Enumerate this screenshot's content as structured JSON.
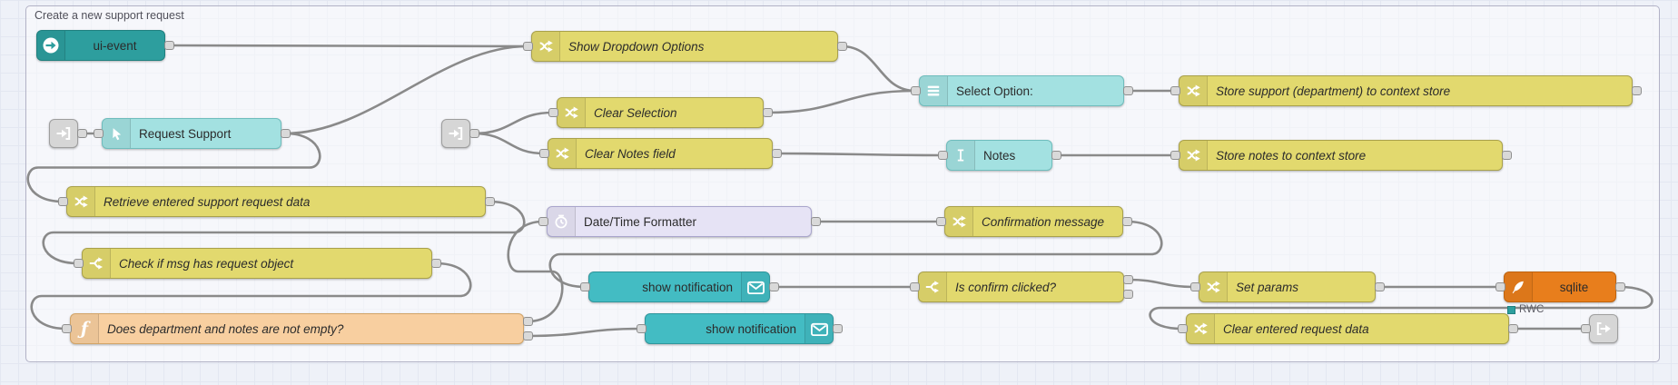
{
  "group": {
    "label": "Create a new support request"
  },
  "colors": {
    "wire": "#8a8a8a",
    "change_yellow": "#E2D96E",
    "function_peach": "#F8CFA0",
    "widget_cyan": "#A3E1E1",
    "event_teal": "#2D9E9E",
    "notify_teal": "#43BCC3",
    "moment_lavender": "#E6E3F5",
    "sqlite_orange": "#E87E1C",
    "link_gray": "#D6D6D6",
    "status_teal": "#2D9E9E"
  },
  "nodes": [
    {
      "id": "linkin1",
      "label": "",
      "type": "link",
      "icon": "link-in",
      "inputs": 0,
      "outputs": 1,
      "italic": false
    },
    {
      "id": "uievent",
      "label": "ui-event",
      "type": "event",
      "icon": "circle-arrow",
      "inputs": 0,
      "outputs": 1,
      "italic": false,
      "align": "center"
    },
    {
      "id": "showdropdown",
      "label": "Show Dropdown Options",
      "type": "change",
      "icon": "shuffle",
      "inputs": 1,
      "outputs": 1,
      "italic": true
    },
    {
      "id": "request",
      "label": "Request Support",
      "type": "widget",
      "icon": "pointer",
      "inputs": 1,
      "outputs": 1,
      "italic": false
    },
    {
      "id": "linkin2",
      "label": "",
      "type": "link",
      "icon": "link-in",
      "inputs": 0,
      "outputs": 1,
      "italic": false
    },
    {
      "id": "clearsel",
      "label": "Clear Selection",
      "type": "change",
      "icon": "shuffle",
      "inputs": 1,
      "outputs": 1,
      "italic": true
    },
    {
      "id": "clearnotes",
      "label": "Clear Notes field",
      "type": "change",
      "icon": "shuffle",
      "inputs": 1,
      "outputs": 1,
      "italic": true
    },
    {
      "id": "selopt",
      "label": "Select Option:",
      "type": "widget",
      "icon": "menu",
      "inputs": 1,
      "outputs": 1,
      "italic": false
    },
    {
      "id": "storesupport",
      "label": "Store support (department) to context store",
      "type": "change",
      "icon": "shuffle",
      "inputs": 1,
      "outputs": 1,
      "italic": true
    },
    {
      "id": "notes",
      "label": "Notes",
      "type": "widget",
      "icon": "ibeam",
      "inputs": 1,
      "outputs": 1,
      "italic": false
    },
    {
      "id": "storenotes",
      "label": "Store notes to context store",
      "type": "change",
      "icon": "shuffle",
      "inputs": 1,
      "outputs": 1,
      "italic": true
    },
    {
      "id": "retrieve",
      "label": "Retrieve entered support request data",
      "type": "change",
      "icon": "shuffle",
      "inputs": 1,
      "outputs": 1,
      "italic": true
    },
    {
      "id": "datetime",
      "label": "Date/Time Formatter",
      "type": "moment",
      "icon": "clock",
      "inputs": 1,
      "outputs": 1,
      "italic": false
    },
    {
      "id": "confirmmsg",
      "label": "Confirmation message",
      "type": "change",
      "icon": "shuffle",
      "inputs": 1,
      "outputs": 1,
      "italic": true
    },
    {
      "id": "checkmsg",
      "label": "Check if msg has request object",
      "type": "switch",
      "icon": "switch",
      "inputs": 1,
      "outputs": 1,
      "italic": true
    },
    {
      "id": "notif1",
      "label": "show notification",
      "type": "notify",
      "icon": "envelope",
      "iconSide": "right",
      "inputs": 1,
      "outputs": 1,
      "italic": false,
      "align": "right"
    },
    {
      "id": "isconfirm",
      "label": "Is confirm clicked?",
      "type": "switch",
      "icon": "switch",
      "inputs": 1,
      "outputs": 2,
      "italic": true
    },
    {
      "id": "setparams",
      "label": "Set params",
      "type": "change",
      "icon": "shuffle",
      "inputs": 1,
      "outputs": 1,
      "italic": true
    },
    {
      "id": "sqlite",
      "label": "sqlite",
      "type": "sqlite",
      "icon": "feather",
      "inputs": 1,
      "outputs": 1,
      "italic": false,
      "align": "center",
      "status": {
        "shape": "square",
        "text": "RWC"
      }
    },
    {
      "id": "doesdept",
      "label": "Does department and notes are not empty?",
      "type": "function",
      "icon": "fn",
      "inputs": 1,
      "outputs": 2,
      "italic": true
    },
    {
      "id": "notif2",
      "label": "show notification",
      "type": "notify",
      "icon": "envelope",
      "iconSide": "right",
      "inputs": 1,
      "outputs": 1,
      "italic": false,
      "align": "right"
    },
    {
      "id": "clearentered",
      "label": "Clear entered request data",
      "type": "change",
      "icon": "shuffle",
      "inputs": 1,
      "outputs": 1,
      "italic": true
    },
    {
      "id": "linkout",
      "label": "",
      "type": "link",
      "icon": "link-out",
      "inputs": 1,
      "outputs": 0,
      "italic": false
    }
  ],
  "wires": [
    {
      "from": "uievent",
      "fromPort": 0,
      "to": "showdropdown"
    },
    {
      "from": "request",
      "fromPort": 0,
      "to": "showdropdown"
    },
    {
      "from": "request",
      "fromPort": 0,
      "to": "retrieve"
    },
    {
      "from": "linkin1",
      "fromPort": 0,
      "to": "request"
    },
    {
      "from": "linkin2",
      "fromPort": 0,
      "to": "clearsel"
    },
    {
      "from": "linkin2",
      "fromPort": 0,
      "to": "clearnotes"
    },
    {
      "from": "showdropdown",
      "fromPort": 0,
      "to": "selopt"
    },
    {
      "from": "clearsel",
      "fromPort": 0,
      "to": "selopt"
    },
    {
      "from": "clearnotes",
      "fromPort": 0,
      "to": "notes"
    },
    {
      "from": "selopt",
      "fromPort": 0,
      "to": "storesupport"
    },
    {
      "from": "notes",
      "fromPort": 0,
      "to": "storenotes"
    },
    {
      "from": "retrieve",
      "fromPort": 0,
      "to": "checkmsg"
    },
    {
      "from": "checkmsg",
      "fromPort": 0,
      "to": "doesdept"
    },
    {
      "from": "doesdept",
      "fromPort": 0,
      "to": "datetime"
    },
    {
      "from": "doesdept",
      "fromPort": 1,
      "to": "notif2"
    },
    {
      "from": "datetime",
      "fromPort": 0,
      "to": "confirmmsg"
    },
    {
      "from": "confirmmsg",
      "fromPort": 0,
      "to": "notif1"
    },
    {
      "from": "notif1",
      "fromPort": 0,
      "to": "isconfirm"
    },
    {
      "from": "isconfirm",
      "fromPort": 0,
      "to": "setparams"
    },
    {
      "from": "setparams",
      "fromPort": 0,
      "to": "sqlite"
    },
    {
      "from": "sqlite",
      "fromPort": 0,
      "to": "clearentered"
    },
    {
      "from": "clearentered",
      "fromPort": 0,
      "to": "linkout"
    }
  ]
}
